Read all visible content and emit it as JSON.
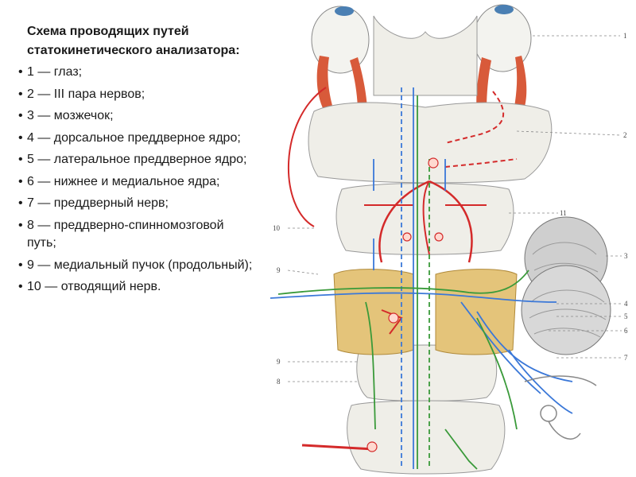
{
  "title": "Схема проводящих путей статокинетического анализатора:",
  "legend": [
    "1 — глаз;",
    "2 — III пара нервов;",
    "3 — мозжечок;",
    "4 — дорсальное преддверное ядро;",
    "5 — латеральное преддверное ядро;",
    "6 — нижнее и медиальное ядра;",
    "7 — преддверный нерв;",
    "8 — преддверно-спинномозговой путь;",
    " 9 — медиальный пучок (продольный);",
    "10 — отводящий нерв."
  ],
  "figure_labels": {
    "l1": "1",
    "l2": "2",
    "l3": "3",
    "l4": "4",
    "l5": "5",
    "l6": "6",
    "l7": "7",
    "l8": "8",
    "l9a": "9",
    "l9b": "9",
    "l10": "10",
    "l11": "11"
  },
  "colors": {
    "pathway_red": "#d42a2a",
    "pathway_blue": "#3b78d8",
    "pathway_green": "#3a9a3a",
    "brainstem_fill": "#efeee8",
    "medulla_fill": "#e4c47a",
    "muscle": "#d85a3a"
  }
}
